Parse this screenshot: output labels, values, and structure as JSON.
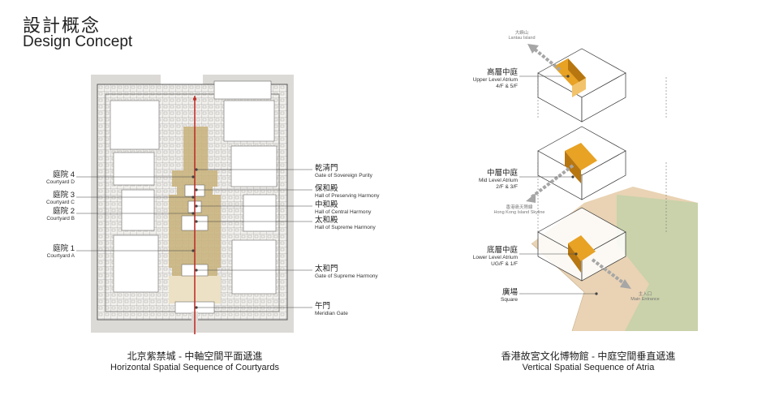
{
  "header": {
    "title_zh": "設計概念",
    "title_en": "Design Concept"
  },
  "left": {
    "caption_zh": "北京紫禁城 - 中軸空間平面遞進",
    "caption_en": "Horizontal Spatial Sequence of Courtyards",
    "courtyards": [
      {
        "zh": "庭院 4",
        "en": "Courtyard D"
      },
      {
        "zh": "庭院 3",
        "en": "Courtyard C"
      },
      {
        "zh": "庭院 2",
        "en": "Courtyard B"
      },
      {
        "zh": "庭院 1",
        "en": "Courtyard A"
      }
    ],
    "gates": [
      {
        "zh": "乾清門",
        "en": "Gate of Sovereign Purity"
      },
      {
        "zh": "保和殿",
        "en": "Hall of Preserving Harmony"
      },
      {
        "zh": "中和殿",
        "en": "Hall of Central Harmony"
      },
      {
        "zh": "太和殿",
        "en": "Hall of Supreme Harmony"
      },
      {
        "zh": "太和門",
        "en": "Gate of Supreme Harmony"
      },
      {
        "zh": "午門",
        "en": "Meridian Gate"
      }
    ]
  },
  "right": {
    "caption_zh": "香港故宮文化博物館 - 中庭空間垂直遞進",
    "caption_en": "Vertical Spatial Sequence of Atria",
    "levels": [
      {
        "zh": "高層中庭",
        "en1": "Upper Level Atrium",
        "en2": "4/F & 5/F"
      },
      {
        "zh": "中層中庭",
        "en1": "Mid Level Atrium",
        "en2": "2/F & 3/F"
      },
      {
        "zh": "底層中庭",
        "en1": "Lower Level Atrium",
        "en2": "UG/F & 1/F"
      }
    ],
    "square": {
      "zh": "廣場",
      "en": "Square"
    },
    "views": {
      "lantau_zh": "大嶼山",
      "lantau_en": "Lantau Island",
      "skyline_zh": "香港島天際線",
      "skyline_en": "Hong Kong Island Skyline",
      "entrance_zh": "主入口",
      "entrance_en": "Main Entrance"
    }
  },
  "colors": {
    "axis": "#c0302b",
    "courtyard": "#c8b27a",
    "atrium": "#e8a224",
    "park": "#c5d2a8",
    "sand": "#e9d3b4"
  }
}
